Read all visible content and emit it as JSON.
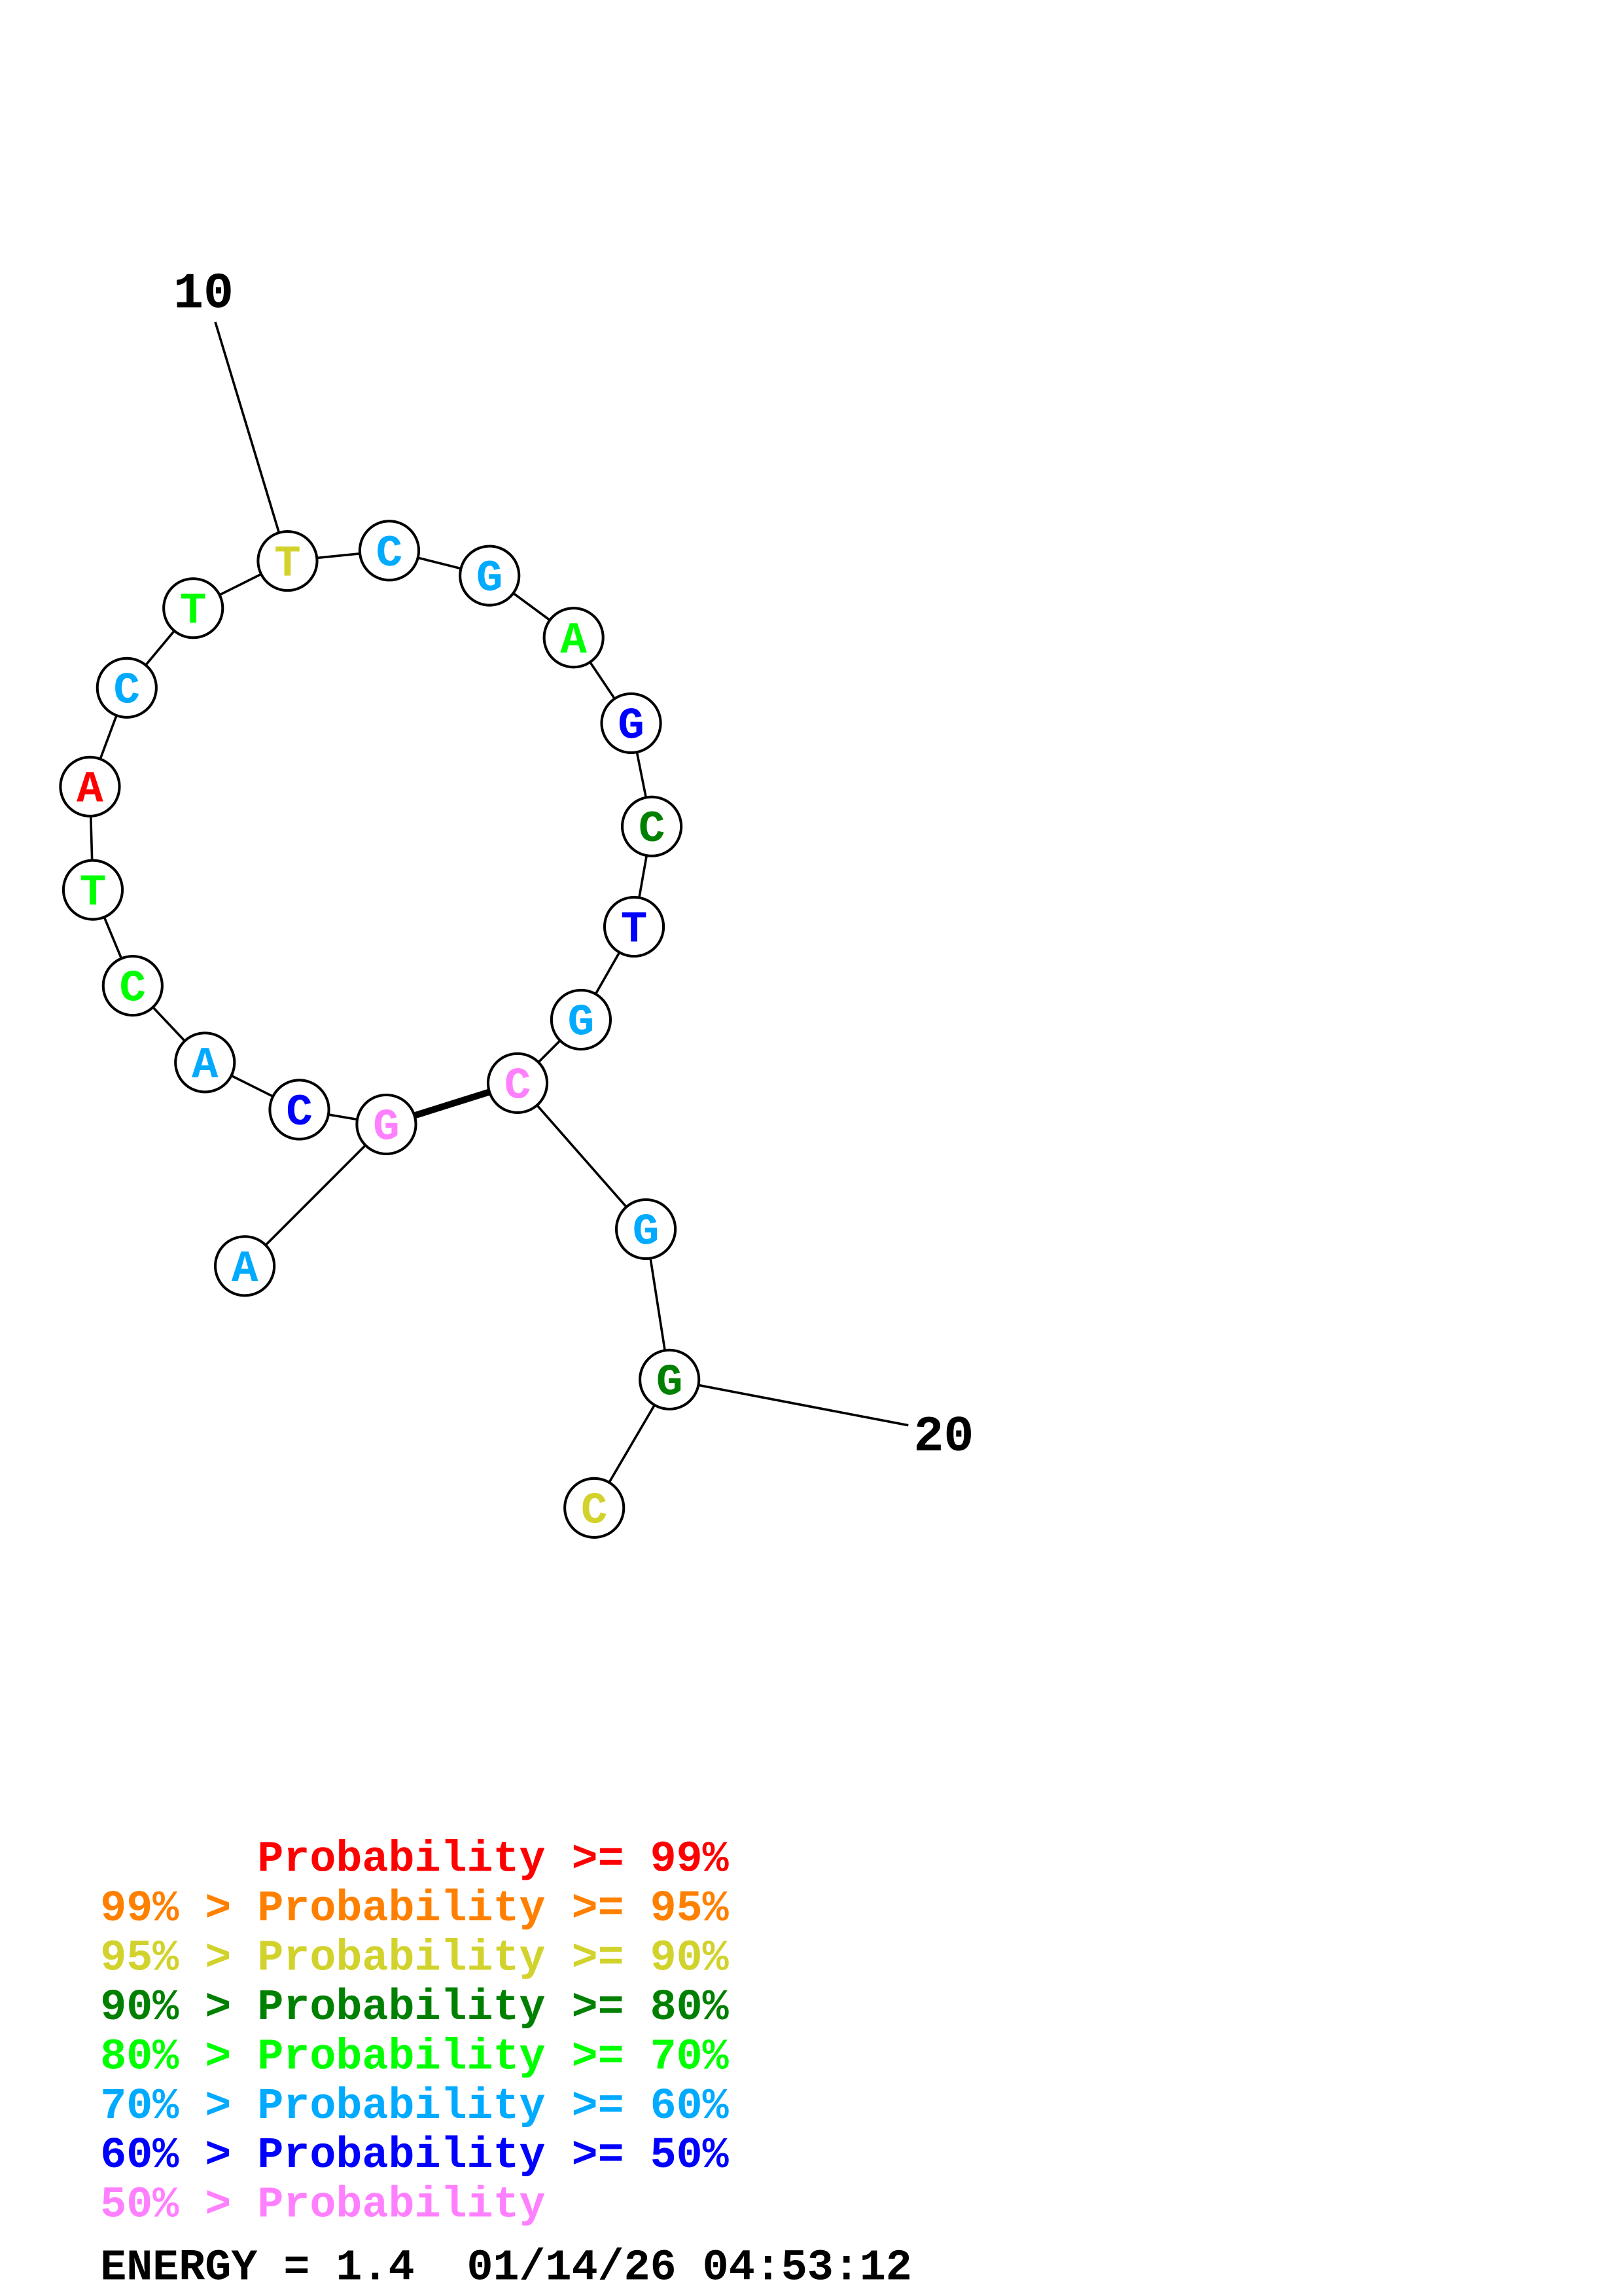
{
  "structure": {
    "sequence": [
      {
        "base": "A",
        "level": "p60"
      },
      {
        "base": "G",
        "level": "p50"
      },
      {
        "base": "C",
        "level": "p50_60"
      },
      {
        "base": "A",
        "level": "p60"
      },
      {
        "base": "C",
        "level": "p70"
      },
      {
        "base": "T",
        "level": "p70"
      },
      {
        "base": "A",
        "level": "p99"
      },
      {
        "base": "C",
        "level": "p60"
      },
      {
        "base": "T",
        "level": "p70"
      },
      {
        "base": "T",
        "level": "p90"
      },
      {
        "base": "C",
        "level": "p60"
      },
      {
        "base": "G",
        "level": "p60"
      },
      {
        "base": "A",
        "level": "p70"
      },
      {
        "base": "G",
        "level": "p50_60"
      },
      {
        "base": "C",
        "level": "p80"
      },
      {
        "base": "T",
        "level": "p50_60"
      },
      {
        "base": "G",
        "level": "p60"
      },
      {
        "base": "C",
        "level": "p50"
      },
      {
        "base": "G",
        "level": "p60"
      },
      {
        "base": "G",
        "level": "p80"
      },
      {
        "base": "C",
        "level": "p90"
      }
    ],
    "pairs": [
      [
        2,
        18
      ]
    ],
    "position_labels": [
      {
        "index": 10,
        "text": "10"
      },
      {
        "index": 20,
        "text": "20"
      }
    ]
  },
  "colors": {
    "p99": "#ff0000",
    "p95": "#ff8000",
    "p90": "#d2d22d",
    "p80": "#008000",
    "p70": "#00ff00",
    "p60": "#00aaff",
    "p50_60": "#0000ff",
    "p50": "#ff80ff"
  },
  "legend": [
    {
      "text": "      Probability >= 99%",
      "level": "p99"
    },
    {
      "text": "99% > Probability >= 95%",
      "level": "p95"
    },
    {
      "text": "95% > Probability >= 90%",
      "level": "p90"
    },
    {
      "text": "90% > Probability >= 80%",
      "level": "p80"
    },
    {
      "text": "80% > Probability >= 70%",
      "level": "p70"
    },
    {
      "text": "70% > Probability >= 60%",
      "level": "p60"
    },
    {
      "text": "60% > Probability >= 50%",
      "level": "p50_60"
    },
    {
      "text": "50% > Probability",
      "level": "p50"
    }
  ],
  "footer": {
    "energy": "ENERGY = 1.4  01/14/26 04:53:12"
  }
}
